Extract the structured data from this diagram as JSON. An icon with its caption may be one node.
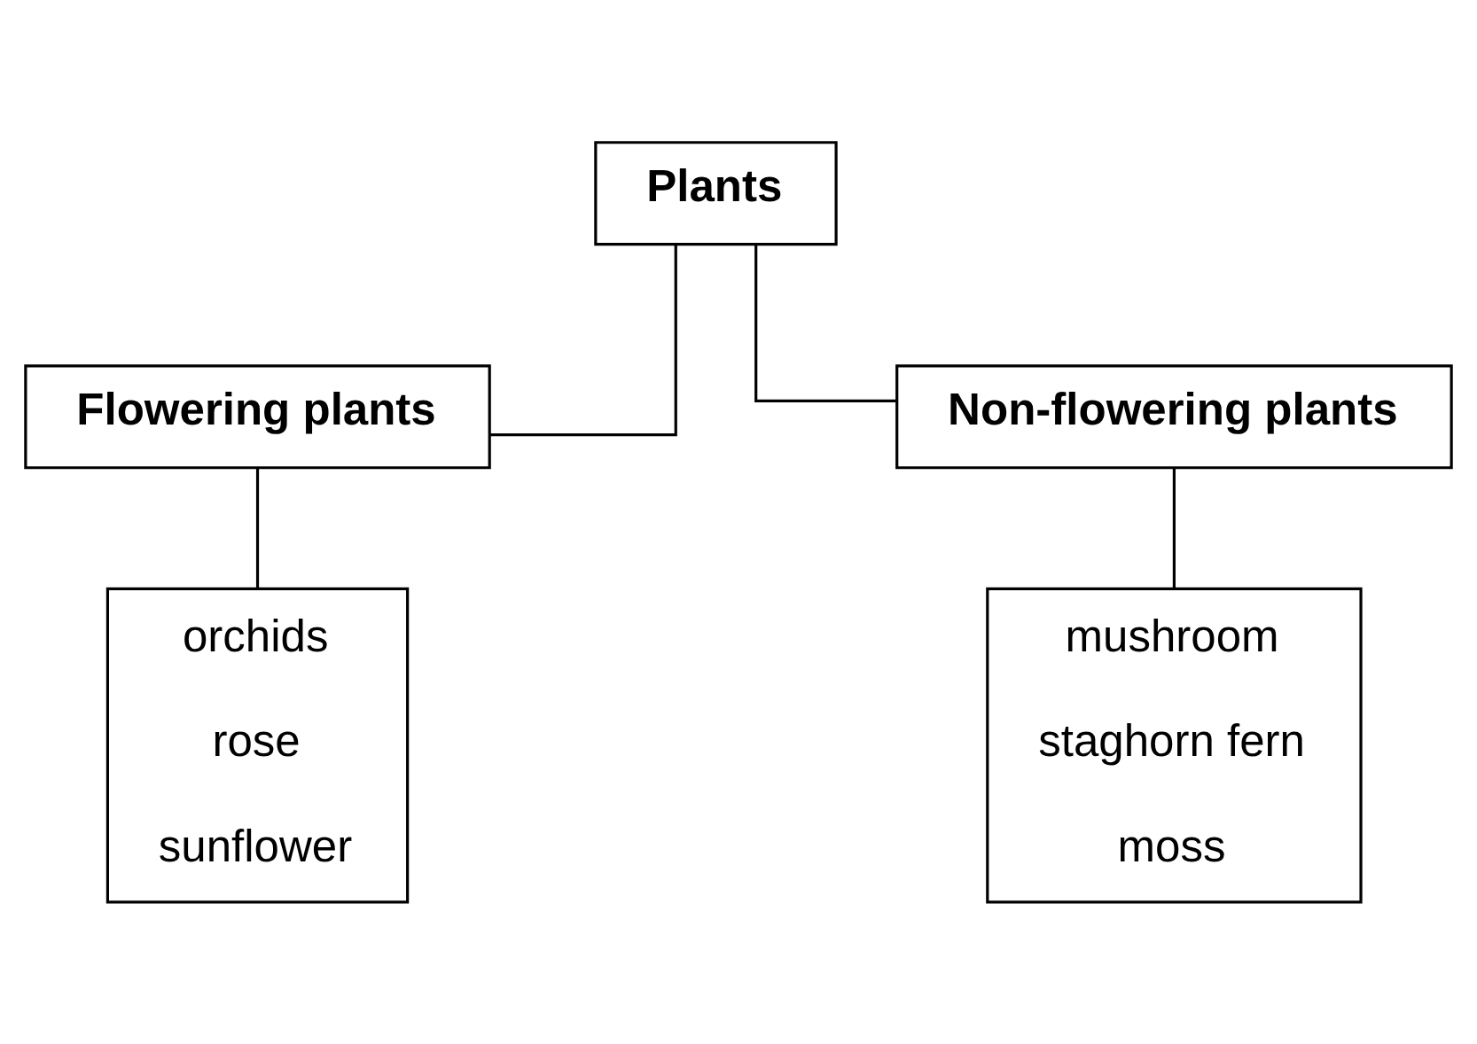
{
  "diagram": {
    "nodes": [
      {
        "text": [
          "Plants"
        ]
      },
      {
        "text": [
          "Flowering plants"
        ]
      },
      {
        "text": [
          "Non-flowering plants"
        ]
      },
      {
        "text": [
          "orchids",
          "rose",
          "sunflower"
        ]
      },
      {
        "text": [
          "mushroom",
          "staghorn fern",
          "moss"
        ]
      }
    ],
    "edges": [
      {
        "from": 0,
        "to": 1,
        "arrow": "none"
      },
      {
        "from": 0,
        "to": 2,
        "arrow": "none"
      },
      {
        "from": 1,
        "to": 3,
        "arrow": "none"
      },
      {
        "from": 2,
        "to": 4,
        "arrow": "none"
      }
    ]
  }
}
